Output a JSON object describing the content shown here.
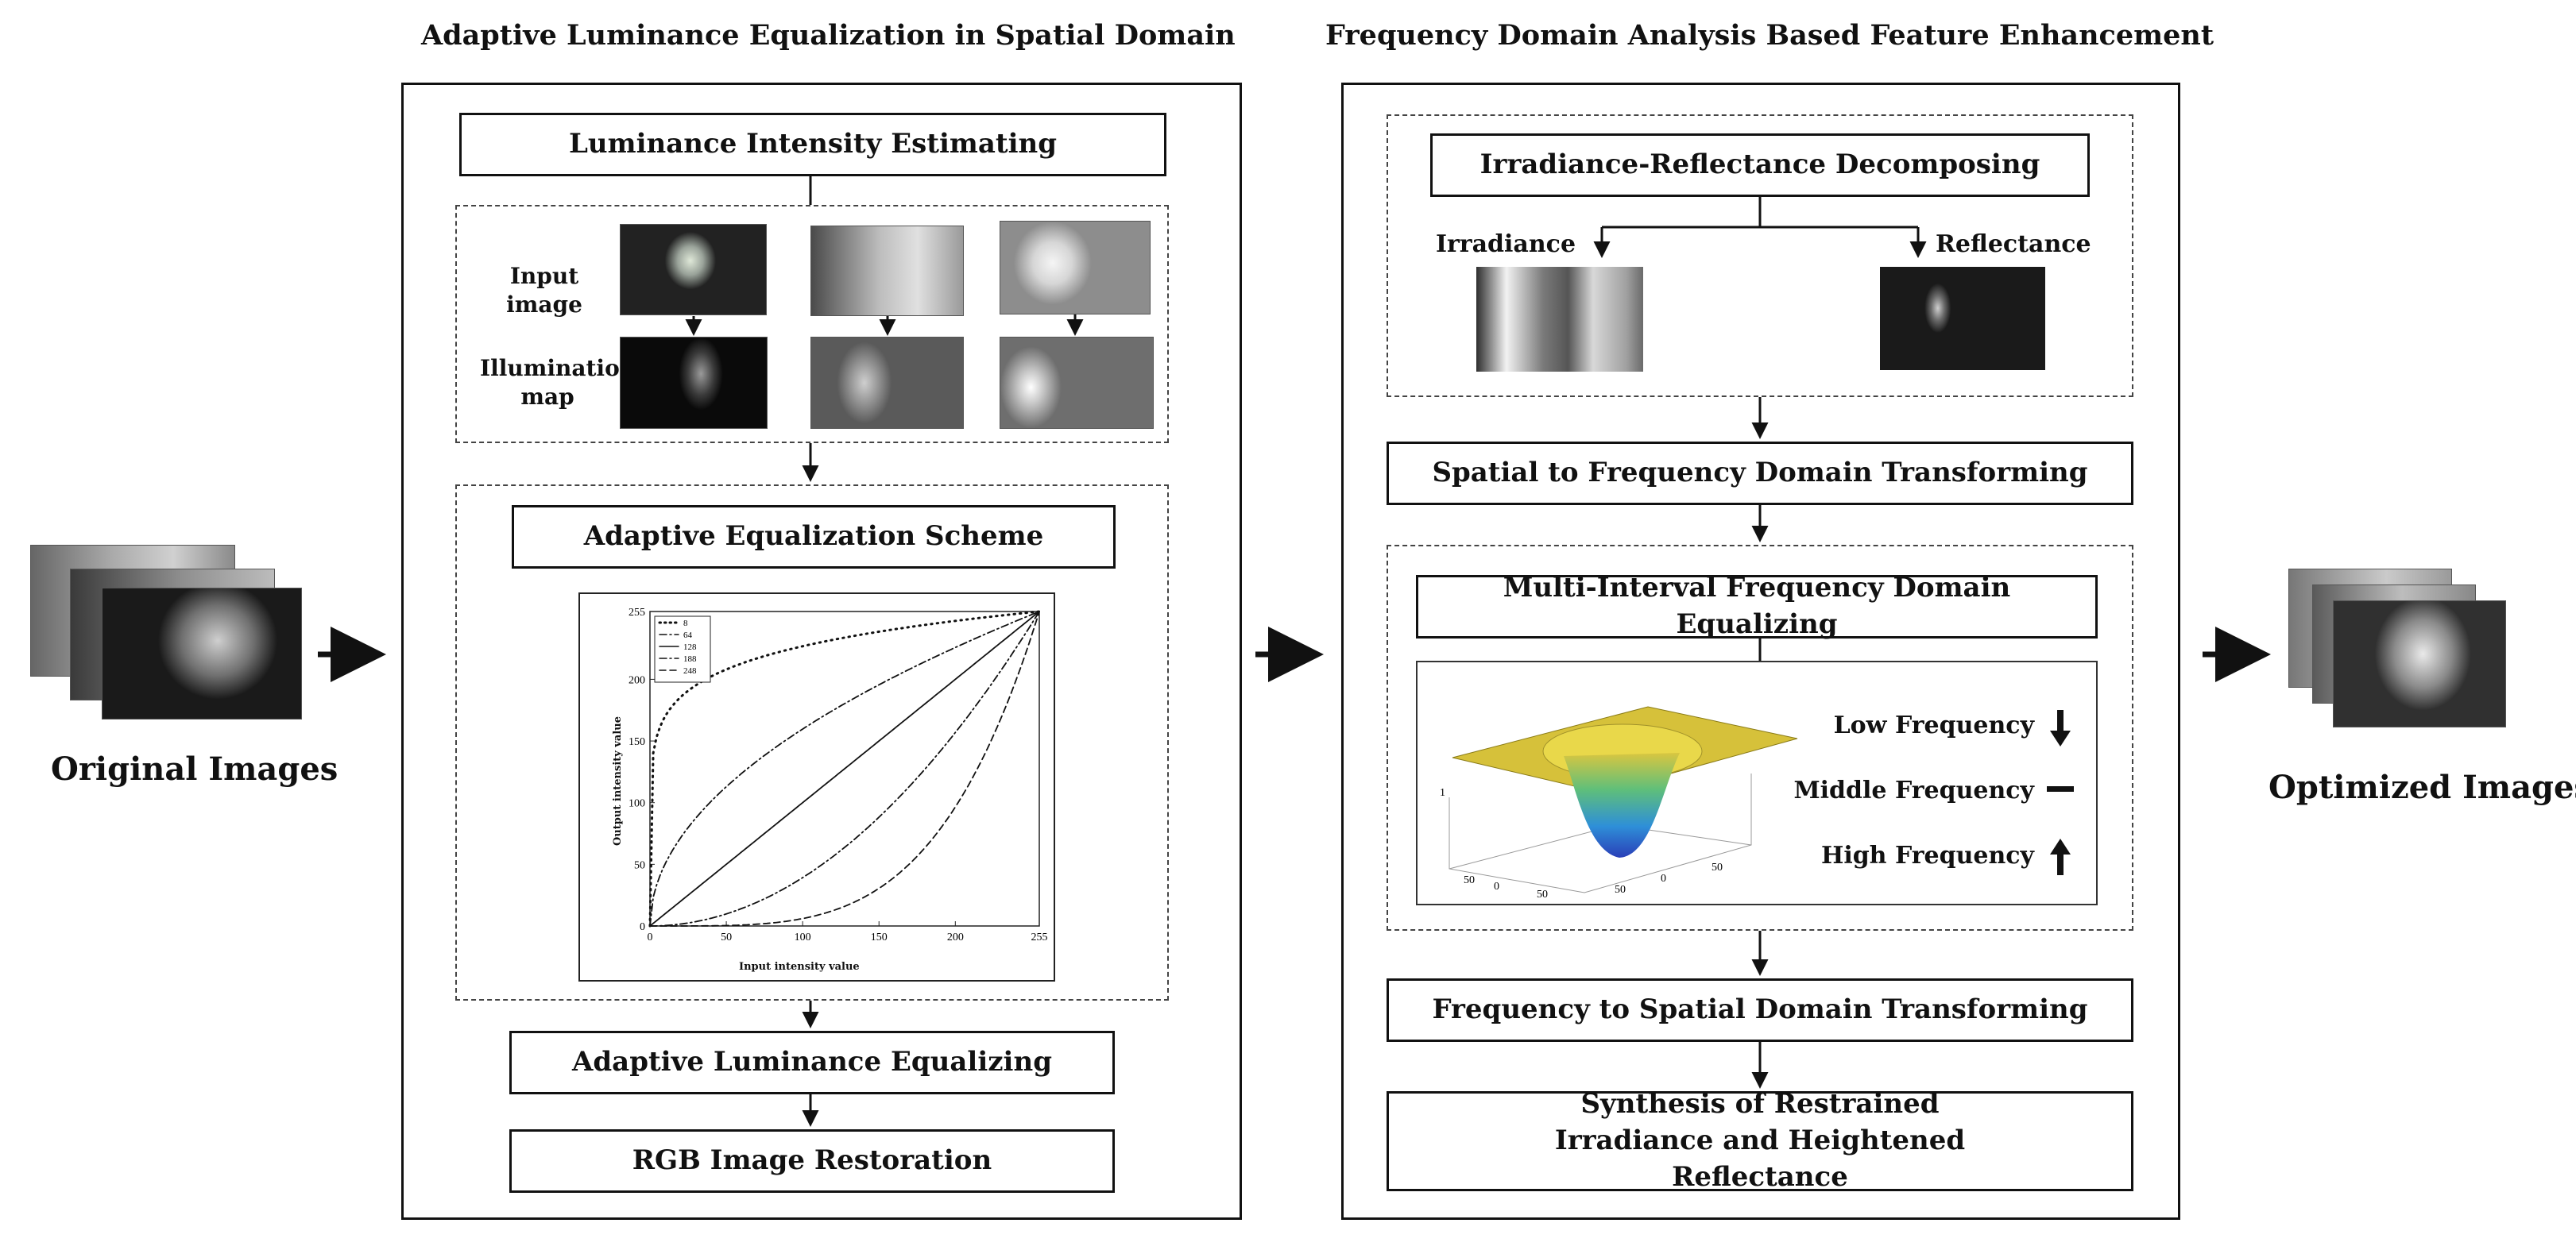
{
  "left_section_title": "Adaptive Luminance Equalization in Spatial Domain",
  "right_section_title": "Frequency Domain Analysis Based Feature Enhancement",
  "input_label": "Original Images",
  "output_label": "Optimized Images",
  "left": {
    "step1": "Luminance Intensity Estimating",
    "row_input": "Input image",
    "row_map": "Illumination map",
    "step2": "Adaptive Equalization Scheme",
    "step3": "Adaptive Luminance Equalizing",
    "step4": "RGB Image Restoration"
  },
  "right": {
    "step1": "Irradiance-Reflectance Decomposing",
    "irradiance": "Irradiance",
    "reflectance": "Reflectance",
    "step2": "Spatial to Frequency Domain Transforming",
    "step3": "Multi-Interval Frequency Domain Equalizing",
    "low": "Low Frequency",
    "middle": "Middle Frequency",
    "high": "High Frequency",
    "step4": "Frequency to  Spatial Domain Transforming",
    "step5": "Synthesis of Restrained Irradiance and Heightened Reflectance"
  },
  "surface_ticks": {
    "x": [
      "50",
      "0",
      "50"
    ],
    "y": [
      "50",
      "0",
      "50"
    ],
    "z": "1"
  },
  "chart_data": {
    "type": "line",
    "title": "",
    "xlabel": "Input intensity value",
    "ylabel": "Output intensity value",
    "xlim": [
      0,
      255
    ],
    "ylim": [
      0,
      255
    ],
    "xticks": [
      "0",
      "50",
      "100",
      "150",
      "200",
      "255"
    ],
    "yticks": [
      "0",
      "50",
      "100",
      "150",
      "200",
      "255"
    ],
    "legend_position": "top-left",
    "series": [
      {
        "name": "8",
        "gamma": 0.125,
        "style": "dots"
      },
      {
        "name": "64",
        "gamma": 0.5,
        "style": "dashdot"
      },
      {
        "name": "128",
        "gamma": 1.0,
        "style": "solid"
      },
      {
        "name": "188",
        "gamma": 2.0,
        "style": "dashdot"
      },
      {
        "name": "248",
        "gamma": 4.0,
        "style": "dash"
      }
    ]
  }
}
